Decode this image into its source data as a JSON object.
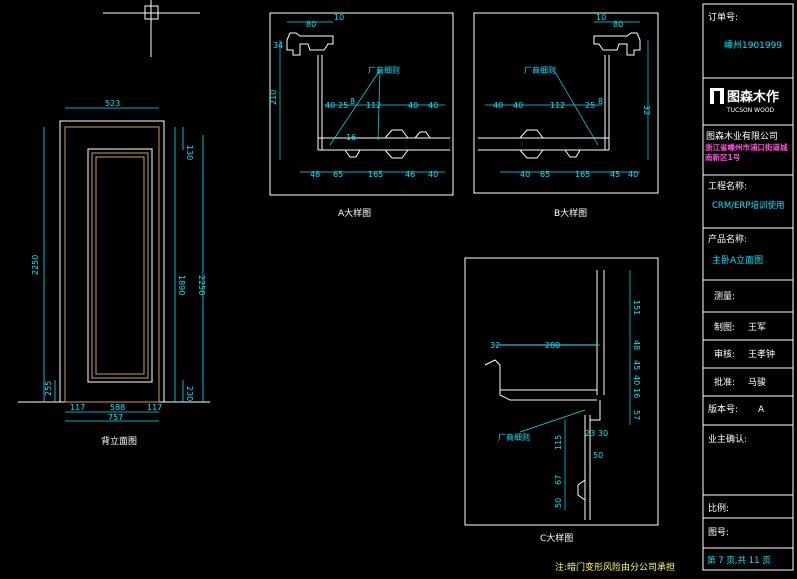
{
  "views": {
    "front": {
      "title": "背立面图",
      "width_overall": "757",
      "width_inner": "523",
      "width_mid": "588",
      "side_left": "117",
      "side_right": "117",
      "height_total": "2250",
      "height_right": "2250",
      "height_panel": "1890",
      "top_dim": "130",
      "bottom_dim": "230",
      "bottom_left": "255"
    },
    "detail_a": {
      "title": "A大样图",
      "callout": "厂商细则",
      "dims": [
        "80",
        "10",
        "34",
        "210",
        "40",
        "25",
        "8",
        "112",
        "40",
        "40",
        "16",
        "48",
        "65",
        "165",
        "46",
        "40"
      ]
    },
    "detail_b": {
      "title": "B大样图",
      "callout": "厂商细则",
      "dims": [
        "10",
        "80",
        "40",
        "40",
        "112",
        "25",
        "8",
        "40",
        "65",
        "165",
        "45",
        "40",
        "32"
      ]
    },
    "detail_c": {
      "title": "C大样图",
      "callout": "厂商细则",
      "dims": [
        "32",
        "280",
        "151",
        "48",
        "45",
        "40",
        "16",
        "57",
        "30",
        "23",
        "50",
        "115",
        "67",
        "50"
      ]
    }
  },
  "note": "注:暗门变形风险由分公司承担",
  "title_block": {
    "order_label": "订单号:",
    "order_value": "嵊州1901999",
    "logo_cn": "图森木作",
    "logo_en": "TUCSON WOOD",
    "company": "图森木业有限公司",
    "address": "浙江省嵊州市浦口街道城南新区1号",
    "project_label": "工程名称:",
    "project_value": "CRM/ERP培训使用",
    "product_label": "产品名称:",
    "product_value": "主卧A立面图",
    "measure_label": "测量:",
    "draw_label": "制图:",
    "draw_value": "王军",
    "review_label": "审核:",
    "review_value": "王孝钟",
    "approve_label": "批准:",
    "approve_value": "马骏",
    "version_label": "版本号:",
    "version_value": "A",
    "owner_label": "业主确认:",
    "scale_label": "比例:",
    "drawing_no_label": "图号:",
    "page_text": "第 7 页,共 11 页"
  },
  "colors": {
    "dim": "#00e6ff",
    "door": "#c8a060",
    "border": "#ffffff",
    "accent": "#00e6ff"
  }
}
